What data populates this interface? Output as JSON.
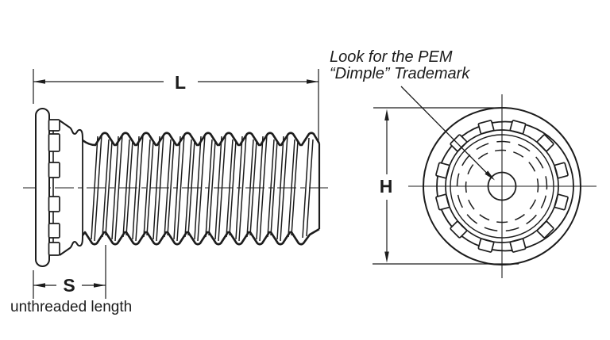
{
  "diagram": {
    "subject": "PEM self-clinching stud technical drawing",
    "background_color": "#ffffff",
    "line_color": "#1c1c1c",
    "end_view_teeth_count": 12,
    "labels": {
      "length": "L",
      "unthreaded": "S",
      "unthreaded_caption": "unthreaded length",
      "head_diameter": "H",
      "annotation_line1": "Look for the PEM",
      "annotation_line2": "“Dimple” Trademark"
    }
  }
}
